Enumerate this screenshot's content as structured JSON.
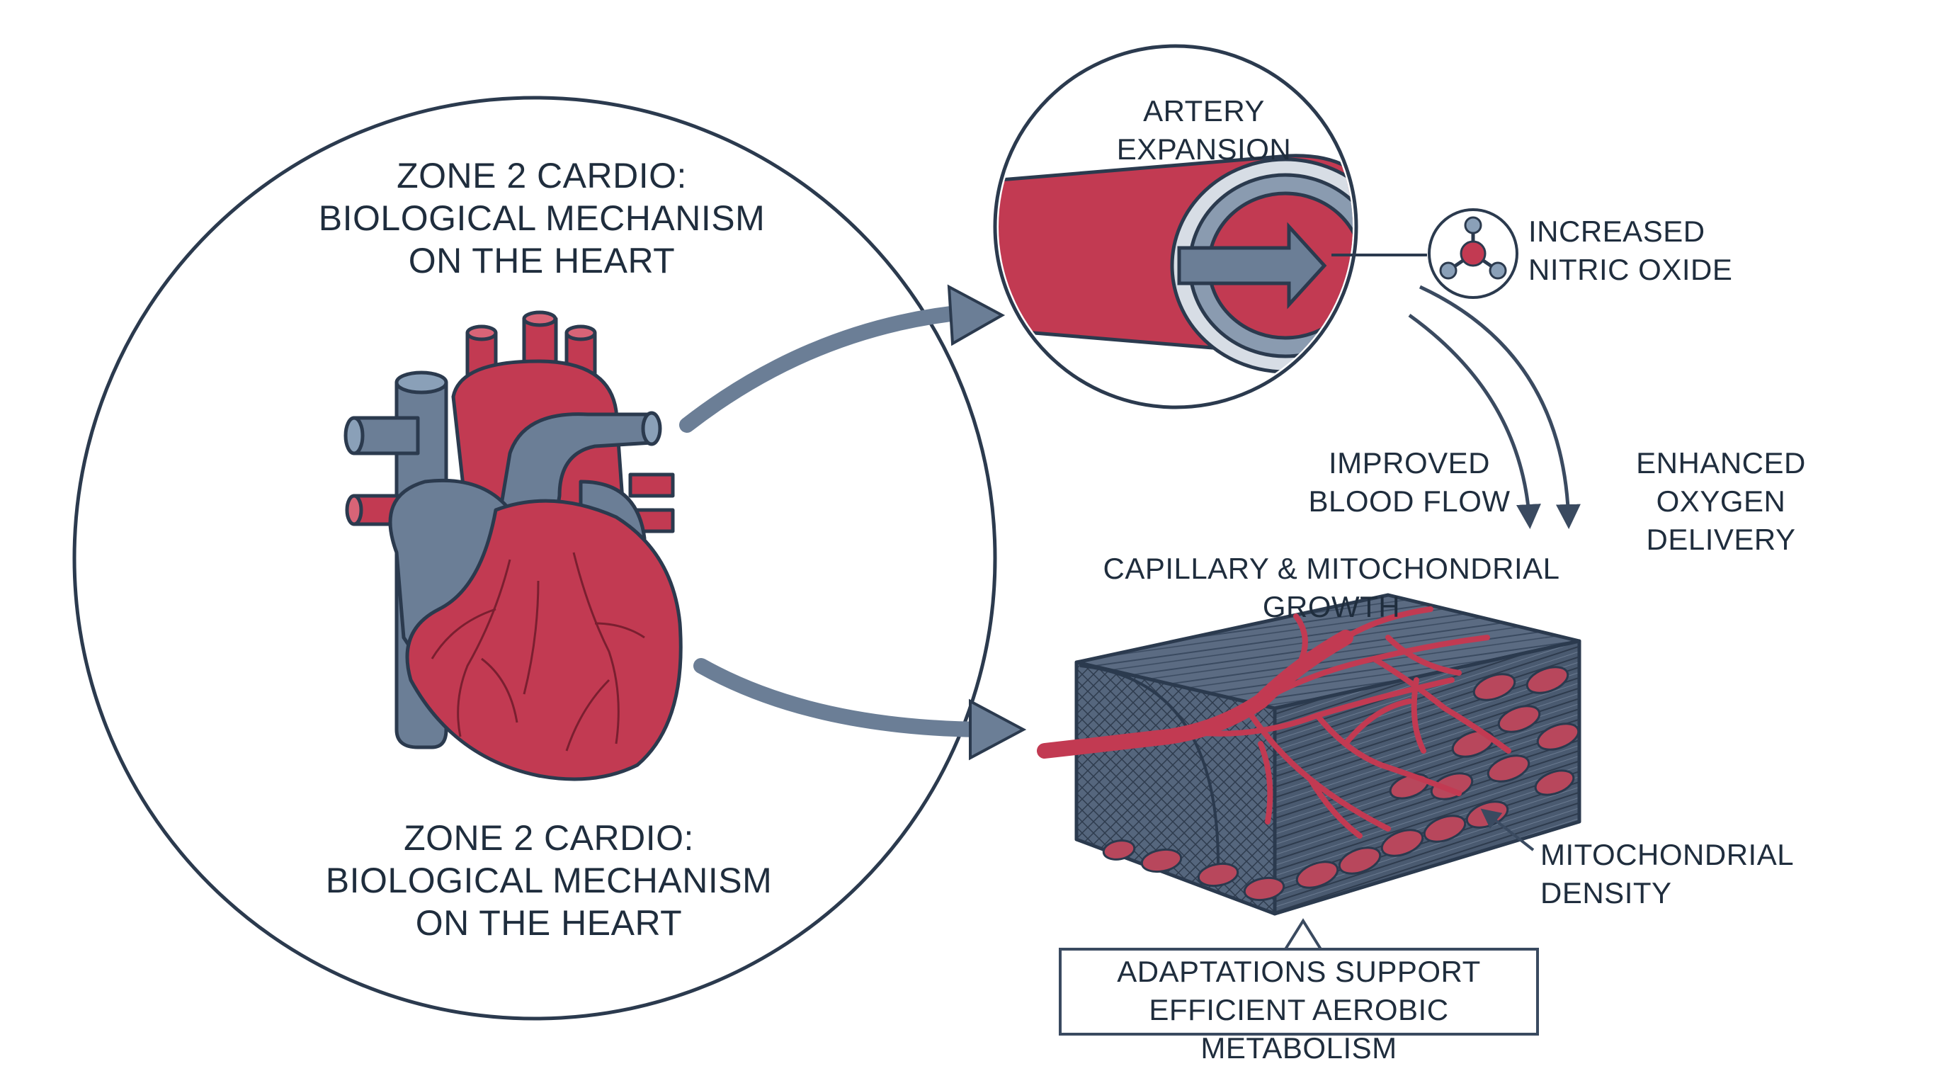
{
  "title_top": [
    "ZONE 2 CARDIO:",
    "BIOLOGICAL MECHANISM",
    "ON THE HEART"
  ],
  "title_bottom": [
    "ZONE 2 CARDIO:",
    "BIOLOGICAL MECHANISM",
    "ON THE HEART"
  ],
  "artery_label": [
    "ARTERY",
    "EXPANSION"
  ],
  "nitric_oxide_label": [
    "INCREASED",
    "NITRIC OXIDE"
  ],
  "blood_flow_label": [
    "IMPROVED",
    "BLOOD FLOW"
  ],
  "oxygen_label": [
    "ENHANCED OXYGEN",
    "DELIVERY"
  ],
  "growth_label": "CAPILLARY & MITOCHONDRIAL GROWTH",
  "mito_density_label": [
    "MITOCHONDRIAL",
    "DENSITY"
  ],
  "adaptation_label": [
    "ADAPTATIONS SUPPORT",
    "EFFICIENT AEROBIC METABOLISM"
  ],
  "colors": {
    "red": "#c23a52",
    "blue_gray": "#6b7e96",
    "outline": "#2b3a4e",
    "dark_tissue": "#3f4f64"
  }
}
